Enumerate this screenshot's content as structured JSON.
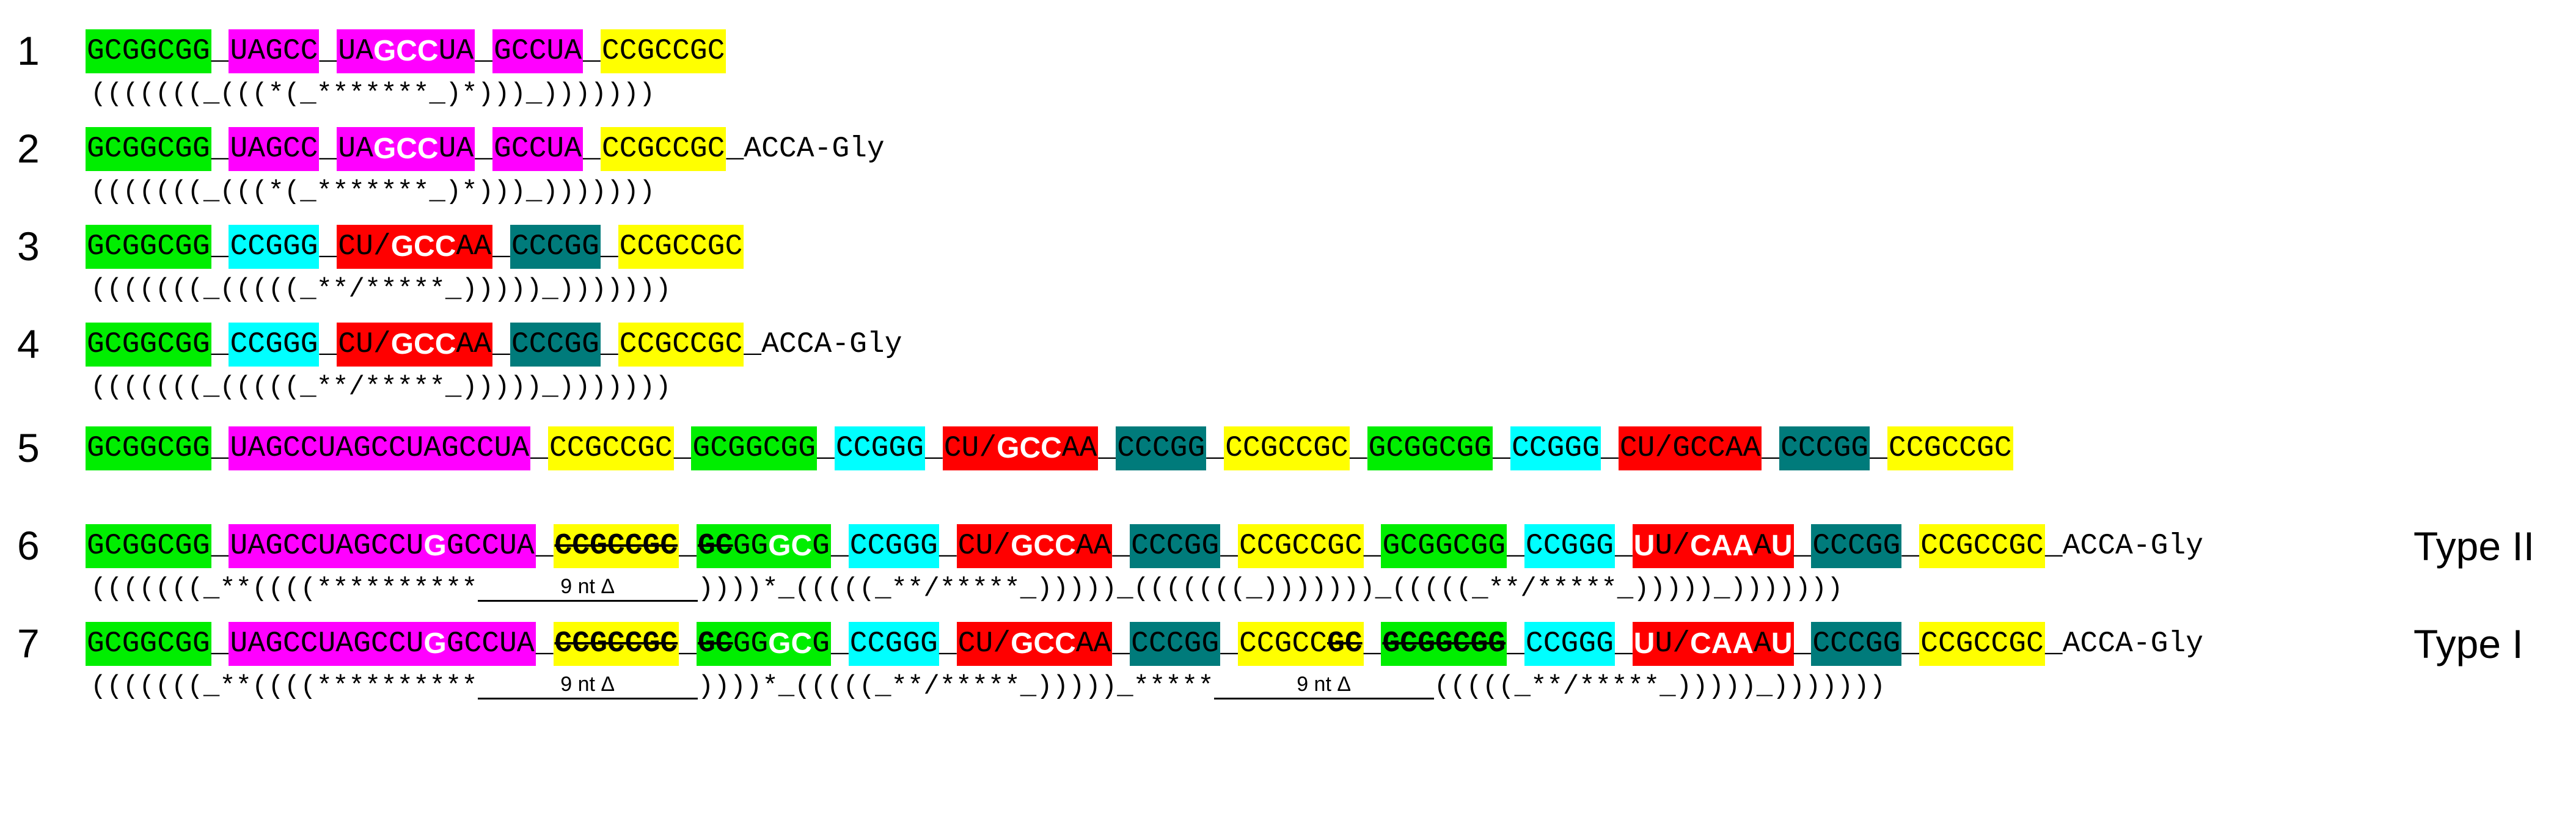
{
  "rows": [
    {
      "n": "1",
      "seq": [
        [
          "g",
          "GCGGCGG"
        ],
        [
          "_",
          "_"
        ],
        [
          "m",
          "UAGCC"
        ],
        [
          "_",
          "_"
        ],
        [
          "m",
          [
            [
              "UA",
              ""
            ],
            [
              "GCC",
              "w"
            ],
            [
              "UA",
              ""
            ]
          ]
        ],
        [
          "_",
          "_"
        ],
        [
          "m",
          "GCCUA"
        ],
        [
          "_",
          "_"
        ],
        [
          "y",
          "CCGCCGC"
        ]
      ],
      "dot": "(((((((_(((*(_*******_)*)))_)))))))"
    },
    {
      "n": "2",
      "seq": [
        [
          "g",
          "GCGGCGG"
        ],
        [
          "_",
          "_"
        ],
        [
          "m",
          "UAGCC"
        ],
        [
          "_",
          "_"
        ],
        [
          "m",
          [
            [
              "UA",
              ""
            ],
            [
              "GCC",
              "w"
            ],
            [
              "UA",
              ""
            ]
          ]
        ],
        [
          "_",
          "_"
        ],
        [
          "m",
          "GCCUA"
        ],
        [
          "_",
          "_"
        ],
        [
          "y",
          "CCGCCGC"
        ],
        [
          "_",
          "_ACCA-Gly"
        ]
      ],
      "dot": "(((((((_(((*(_*******_)*)))_)))))))"
    },
    {
      "n": "3",
      "seq": [
        [
          "g",
          "GCGGCGG"
        ],
        [
          "_",
          "_"
        ],
        [
          "c",
          "CCGGG"
        ],
        [
          "_",
          "_"
        ],
        [
          "r",
          [
            [
              "CU/",
              ""
            ],
            [
              "GCC",
              "w"
            ],
            [
              "AA",
              ""
            ]
          ]
        ],
        [
          "_",
          "_"
        ],
        [
          "t",
          "CCCGG"
        ],
        [
          "_",
          "_"
        ],
        [
          "y",
          "CCGCCGC"
        ]
      ],
      "dot": "(((((((_(((((_**/*****_)))))_)))))))"
    },
    {
      "n": "4",
      "seq": [
        [
          "g",
          "GCGGCGG"
        ],
        [
          "_",
          "_"
        ],
        [
          "c",
          "CCGGG"
        ],
        [
          "_",
          "_"
        ],
        [
          "r",
          [
            [
              "CU/",
              ""
            ],
            [
              "GCC",
              "w"
            ],
            [
              "AA",
              ""
            ]
          ]
        ],
        [
          "_",
          "_"
        ],
        [
          "t",
          "CCCGG"
        ],
        [
          "_",
          "_"
        ],
        [
          "y",
          "CCGCCGC"
        ],
        [
          "_",
          "_ACCA-Gly"
        ]
      ],
      "dot": "(((((((_(((((_**/*****_)))))_)))))))"
    },
    {
      "n": "5",
      "seq": [
        [
          "g",
          "GCGGCGG"
        ],
        [
          "_",
          "_"
        ],
        [
          "m",
          "UAGCCUAGCCUAGCCUA"
        ],
        [
          "_",
          "_"
        ],
        [
          "y",
          "CCGCCGC"
        ],
        [
          "_",
          "_"
        ],
        [
          "g",
          "GCGGCGG"
        ],
        [
          "_",
          "_"
        ],
        [
          "c",
          "CCGGG"
        ],
        [
          "_",
          "_"
        ],
        [
          "r",
          [
            [
              "CU/",
              ""
            ],
            [
              "GCC",
              "w"
            ],
            [
              "AA",
              ""
            ]
          ]
        ],
        [
          "_",
          "_"
        ],
        [
          "t",
          "CCCGG"
        ],
        [
          "_",
          "_"
        ],
        [
          "y",
          "CCGCCGC"
        ],
        [
          "_",
          "_"
        ],
        [
          "g",
          "GCGGCGG"
        ],
        [
          "_",
          "_"
        ],
        [
          "c",
          "CCGGG"
        ],
        [
          "_",
          "_"
        ],
        [
          "r",
          "CU/GCCAA"
        ],
        [
          "_",
          "_"
        ],
        [
          "t",
          "CCCGG"
        ],
        [
          "_",
          "_"
        ],
        [
          "y",
          "CCGCCGC"
        ]
      ],
      "dot": ""
    },
    {
      "n": "6",
      "type": "Type II",
      "seq": [
        [
          "g",
          "GCGGCGG"
        ],
        [
          "_",
          "_"
        ],
        [
          "m",
          [
            [
              "UAGCCUAGCCU",
              ""
            ],
            [
              "G",
              "w"
            ],
            [
              "GCCUA",
              ""
            ]
          ]
        ],
        [
          "_",
          "_"
        ],
        [
          "y",
          [
            [
              "CCGCCGC",
              "s"
            ]
          ]
        ],
        [
          "_",
          "_"
        ],
        [
          "g",
          [
            [
              "GC",
              "s"
            ],
            [
              "GG",
              ""
            ],
            [
              "GC",
              "w"
            ],
            [
              "G",
              ""
            ]
          ]
        ],
        [
          "_",
          "_"
        ],
        [
          "c",
          "CCGGG"
        ],
        [
          "_",
          "_"
        ],
        [
          "r",
          [
            [
              "CU/",
              ""
            ],
            [
              "GCC",
              "w"
            ],
            [
              "AA",
              ""
            ]
          ]
        ],
        [
          "_",
          "_"
        ],
        [
          "t",
          "CCCGG"
        ],
        [
          "_",
          "_"
        ],
        [
          "y",
          "CCGCCGC"
        ],
        [
          "_",
          "_"
        ],
        [
          "g",
          "GCGGCGG"
        ],
        [
          "_",
          "_"
        ],
        [
          "c",
          "CCGGG"
        ],
        [
          "_",
          "_"
        ],
        [
          "r",
          [
            [
              "U",
              "w"
            ],
            [
              "U/",
              ""
            ],
            [
              "CAA",
              "w"
            ],
            [
              "A",
              ""
            ],
            [
              "U",
              "w"
            ]
          ]
        ],
        [
          "_",
          "_"
        ],
        [
          "t",
          "CCCGG"
        ],
        [
          "_",
          "_"
        ],
        [
          "y",
          "CCGCCGC"
        ],
        [
          "_",
          "_ACCA-Gly"
        ]
      ],
      "dot_parts": [
        "(((((((_**((((**********",
        "9 nt Δ",
        "))))*_(((((_**/*****_)))))_(((((((_)))))))_(((((_**/*****_)))))_)))))))"
      ]
    },
    {
      "n": "7",
      "type": "Type I",
      "seq": [
        [
          "g",
          "GCGGCGG"
        ],
        [
          "_",
          "_"
        ],
        [
          "m",
          [
            [
              "UAGCCUAGCCU",
              ""
            ],
            [
              "G",
              "w"
            ],
            [
              "GCCUA",
              ""
            ]
          ]
        ],
        [
          "_",
          "_"
        ],
        [
          "y",
          [
            [
              "CCGCCGC",
              "s"
            ]
          ]
        ],
        [
          "_",
          "_"
        ],
        [
          "g",
          [
            [
              "GC",
              "s"
            ],
            [
              "GG",
              ""
            ],
            [
              "GC",
              "w"
            ],
            [
              "G",
              ""
            ]
          ]
        ],
        [
          "_",
          "_"
        ],
        [
          "c",
          "CCGGG"
        ],
        [
          "_",
          "_"
        ],
        [
          "r",
          [
            [
              "CU/",
              ""
            ],
            [
              "GCC",
              "w"
            ],
            [
              "AA",
              ""
            ]
          ]
        ],
        [
          "_",
          "_"
        ],
        [
          "t",
          "CCCGG"
        ],
        [
          "_",
          "_"
        ],
        [
          "y",
          [
            [
              "CCGCC",
              ""
            ],
            [
              "GC",
              "s"
            ]
          ]
        ],
        [
          "_",
          "_"
        ],
        [
          "g",
          [
            [
              "GCGGCGG",
              "s"
            ]
          ]
        ],
        [
          "_",
          "_"
        ],
        [
          "c",
          "CCGGG"
        ],
        [
          "_",
          "_"
        ],
        [
          "r",
          [
            [
              "U",
              "w"
            ],
            [
              "U/",
              ""
            ],
            [
              "CAA",
              "w"
            ],
            [
              "A",
              ""
            ],
            [
              "U",
              "w"
            ]
          ]
        ],
        [
          "_",
          "_"
        ],
        [
          "t",
          "CCCGG"
        ],
        [
          "_",
          "_"
        ],
        [
          "y",
          "CCGCCGC"
        ],
        [
          "_",
          "_ACCA-Gly"
        ]
      ],
      "dot_parts": [
        "(((((((_**((((**********",
        "9 nt Δ",
        "))))*_(((((_**/*****_)))))_*****",
        "9 nt Δ",
        "(((((_**/*****_)))))_)))))))"
      ]
    }
  ],
  "colors": {
    "green": "#00ee00",
    "magenta": "#ff00ff",
    "yellow": "#ffff00",
    "cyan": "#00ffff",
    "red": "#ff0000",
    "teal": "#007b7b"
  }
}
